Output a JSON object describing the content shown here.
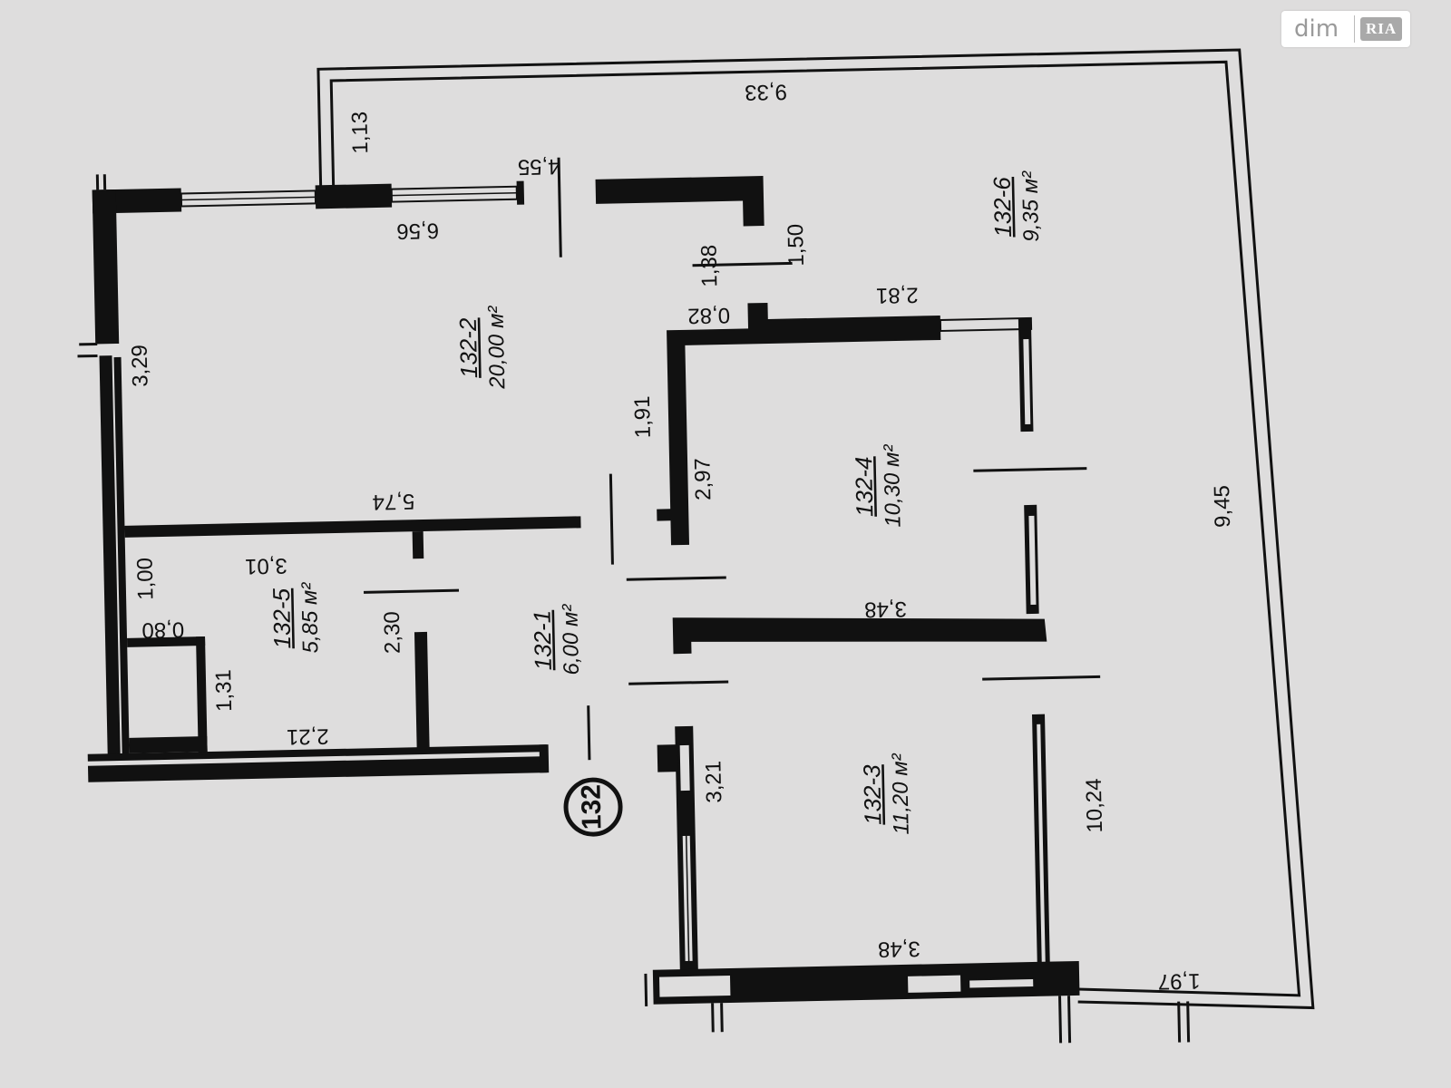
{
  "watermark": {
    "brand": "dim",
    "badge": "RIA"
  },
  "apartment": {
    "number": "132"
  },
  "rooms": [
    {
      "id": "132-1",
      "area": "6,00 м²"
    },
    {
      "id": "132-2",
      "area": "20,00 м²"
    },
    {
      "id": "132-3",
      "area": "11,20 м²"
    },
    {
      "id": "132-4",
      "area": "10,30 м²"
    },
    {
      "id": "132-5",
      "area": "5,85 м²"
    },
    {
      "id": "132-6",
      "area": "9,35 м²"
    }
  ],
  "dimensions": {
    "d_9_33": "9,33",
    "d_1_13": "1,13",
    "d_4_55": "4,55",
    "d_6_56": "6,56",
    "d_1_38": "1,38",
    "d_1_50": "1,50",
    "d_0_82": "0,82",
    "d_2_81": "2,81",
    "d_3_29": "3,29",
    "d_1_91": "1,91",
    "d_2_97": "2,97",
    "d_5_74": "5,74",
    "d_3_01": "3,01",
    "d_1_00": "1,00",
    "d_0_80": "0,80",
    "d_2_30": "2,30",
    "d_1_31": "1,31",
    "d_2_21": "2,21",
    "d_3_48_top": "3,48",
    "d_3_21": "3,21",
    "d_10_24": "10,24",
    "d_3_48_bottom": "3,48",
    "d_1_97": "1,97",
    "d_9_45": "9,45"
  }
}
